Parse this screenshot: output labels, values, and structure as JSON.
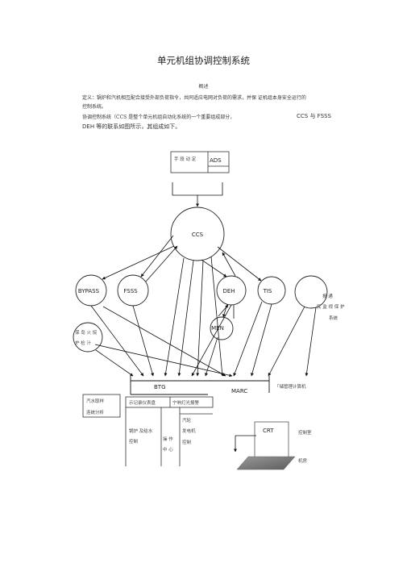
{
  "document": {
    "title": "单元机组协调控制系统",
    "heading": "概述",
    "line1": "定义：锅炉和汽机相互配合接受外部负荷指令，共同适应电网对负荷的需求，并保 证机组本身安全运行的",
    "line2": "控制系统。",
    "line3_a": "协调控制系统（CCS 是整个单元机组自动化系统的一个重要组成部分，",
    "line3_b": "CCS 与 FSSS",
    "line4": "DEH 等的联系如图所示，其组成如下。"
  },
  "diagram": {
    "top_box_left": "手 段  动    定",
    "top_box_right": "ADS",
    "ccs": "CCS",
    "bypass": "BYPASS",
    "fsss": "FSSS",
    "deh": "DEH",
    "tis": "TIS",
    "ar_lines": [
      "报 通",
      "民 监 视 保 护",
      "系统"
    ],
    "men": "MEN",
    "ws_lines": [
      "保 岛 火 烷",
      "炉 检 汁"
    ],
    "btg": "BTG",
    "marc": "MARC",
    "mgmt": "「储管理计算机",
    "water_lines": [
      "汽水取样",
      "连统分析"
    ],
    "indicators": "示记录仪表盘",
    "alarm": "宁响灯光报警",
    "boiler_lines": [
      "锅炉 及给水",
      "控制"
    ],
    "op_lines": [
      "操  作",
      "中  心"
    ],
    "turbine_lines": [
      "汽轮",
      "发电机",
      "控制"
    ],
    "crt": "CRT",
    "control_room": "控制室",
    "machine_room": "机房"
  }
}
